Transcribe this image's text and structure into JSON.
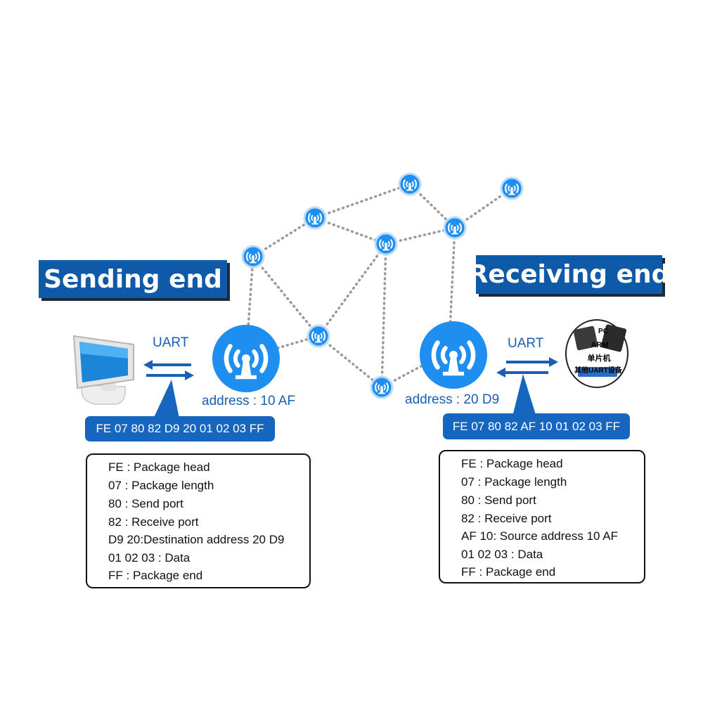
{
  "sending": {
    "title": "Sending end",
    "uart_label": "UART",
    "address": "address : 10 AF",
    "packet": "FE 07 80 82 D9 20 01 02 03 FF",
    "legend": [
      "FE : Package head",
      "07 : Package length",
      "80 : Send port",
      "82 : Receive port",
      "D9 20:Destination address 20 D9",
      "01 02 03 : Data",
      "FF : Package end"
    ]
  },
  "receiving": {
    "title": "Receiving end",
    "uart_label": "UART",
    "address": "address : 20 D9",
    "packet": "FE 07 80 82 AF 10 01 02 03 FF",
    "legend": [
      "FE : Package head",
      "07 : Package length",
      "80 : Send port",
      "82 : Receive port",
      "AF 10: Source address 10 AF",
      "01 02 03 : Data",
      "FF : Package end"
    ]
  },
  "device_labels": [
    "PC",
    "ARM",
    "单片机",
    "其他UART设备"
  ],
  "colors": {
    "brand_blue": "#0f5aa8",
    "node_blue": "#1e8ff0",
    "mesh_line": "#999999"
  },
  "icons": [
    "monitor-icon",
    "antenna-icon",
    "chip-device-icon",
    "arrow-icon"
  ]
}
